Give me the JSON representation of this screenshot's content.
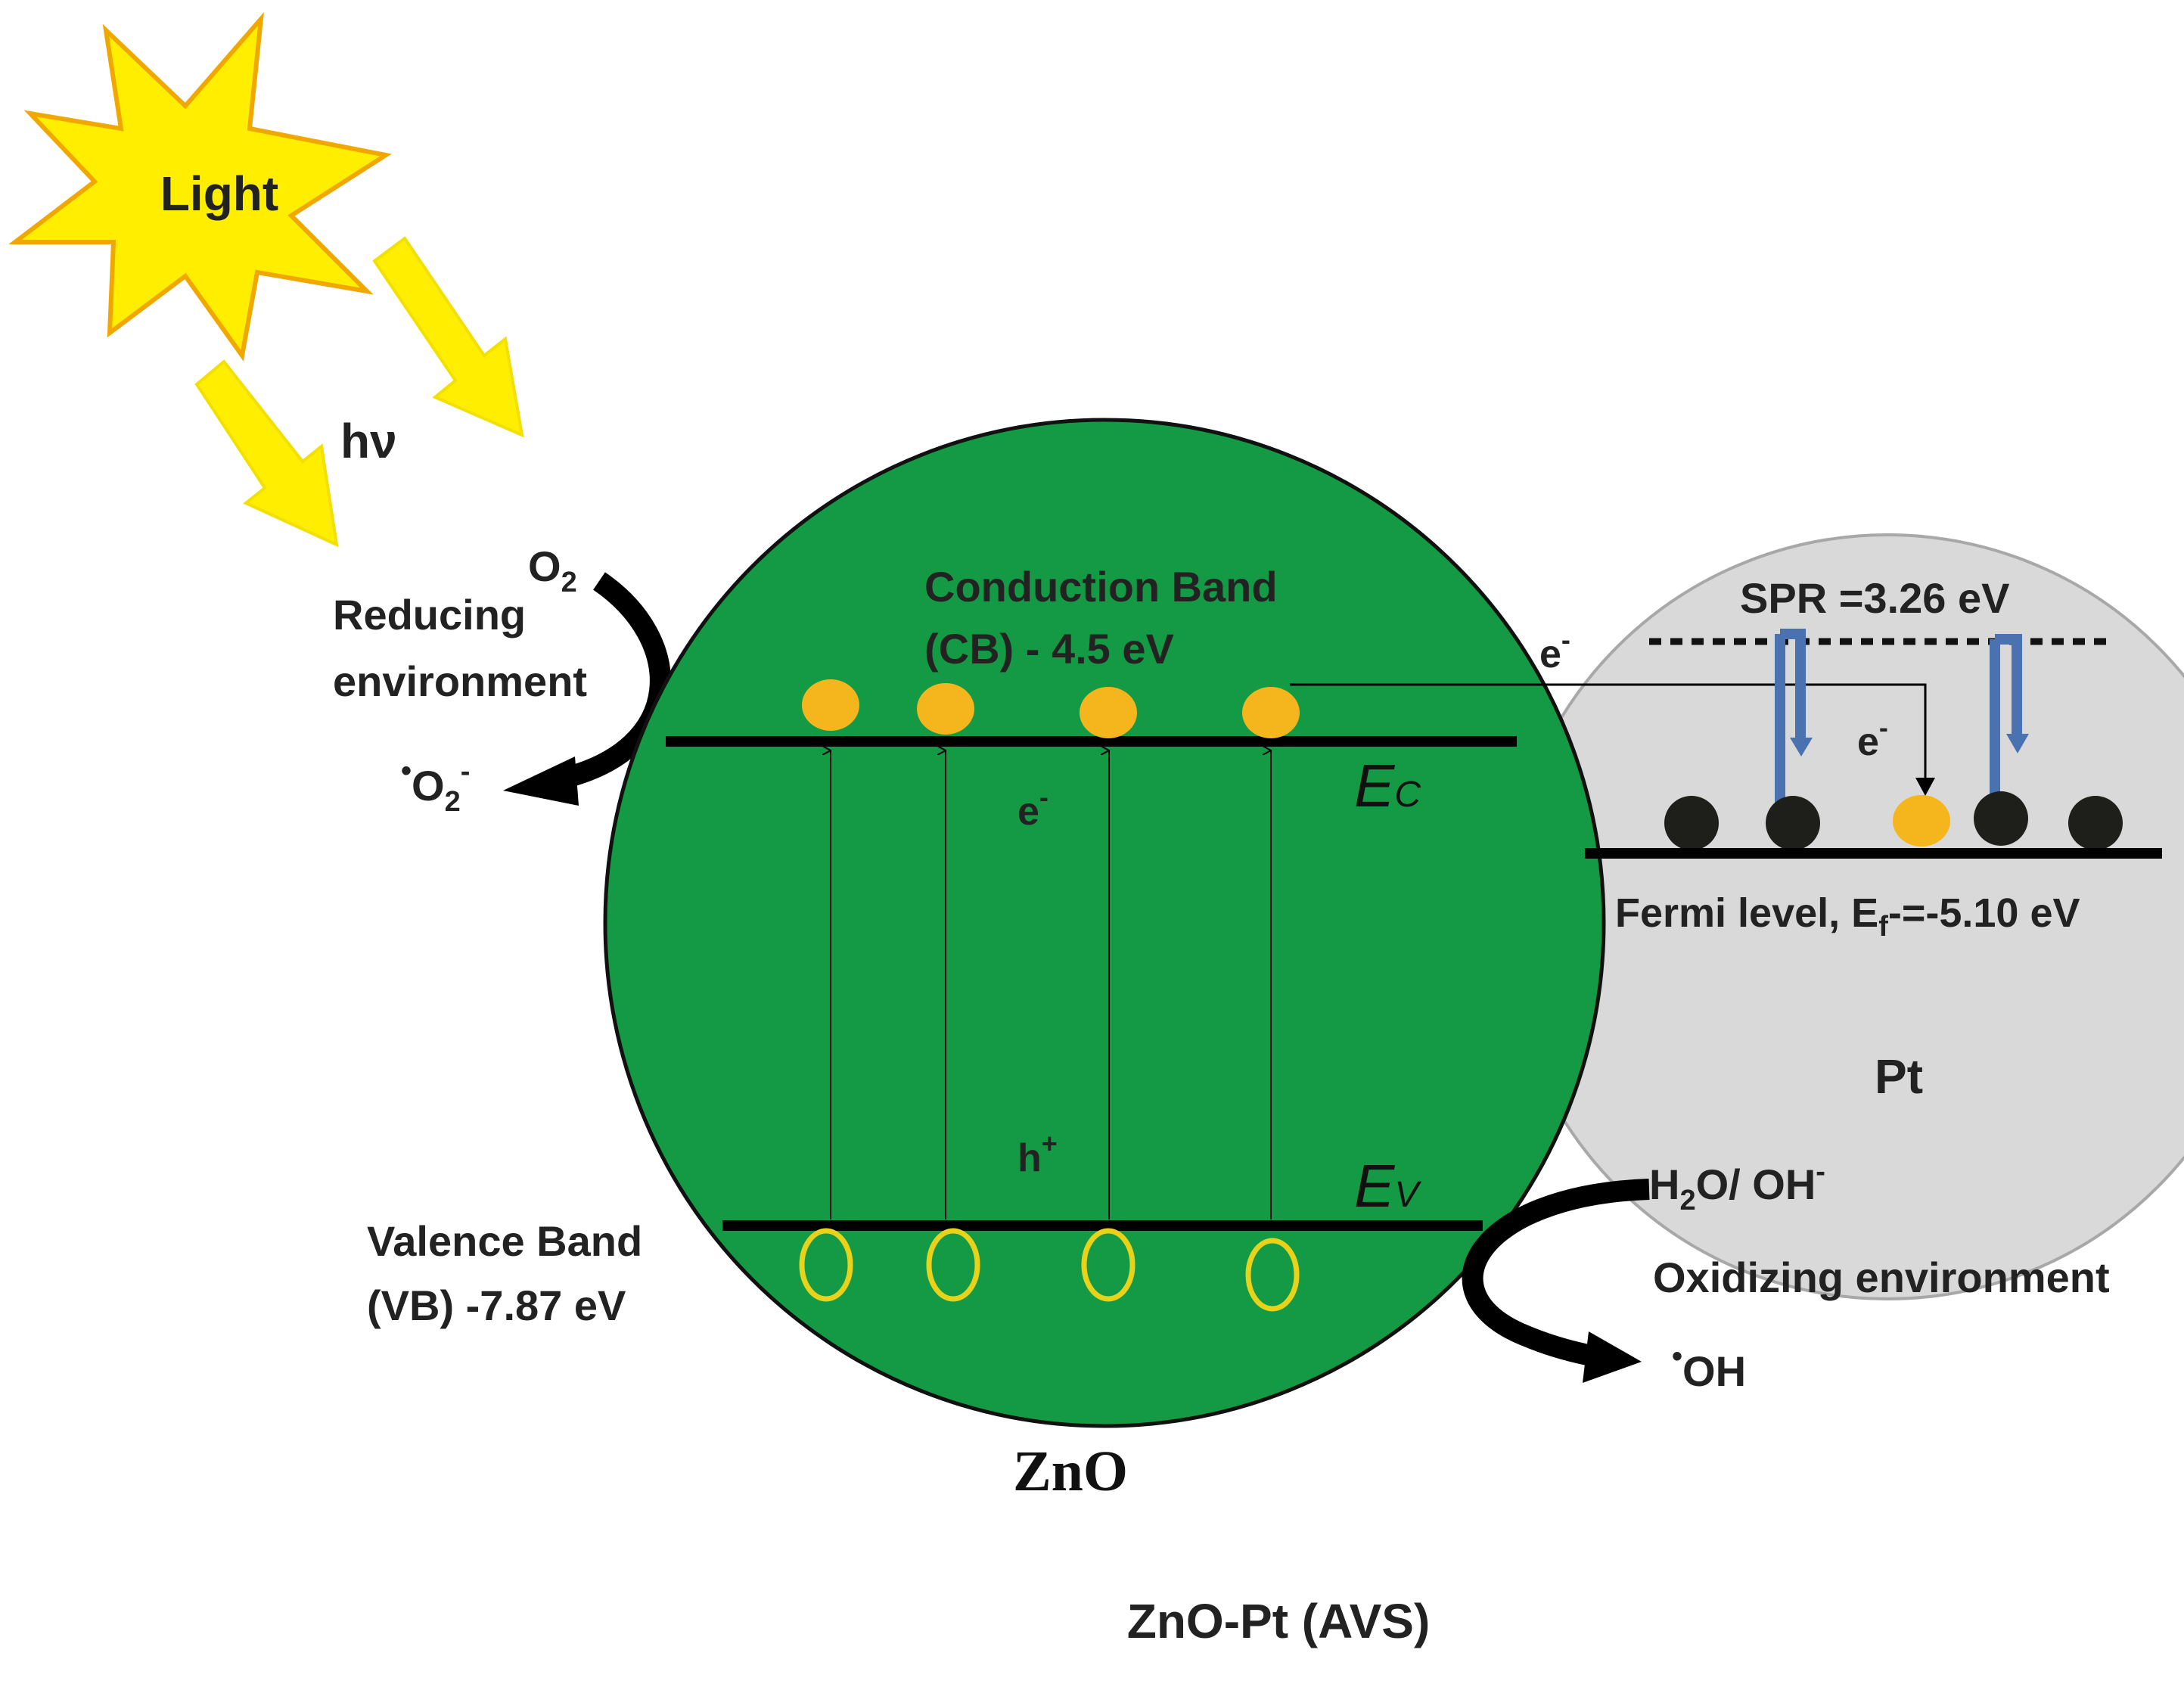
{
  "labels": {
    "light": "Light",
    "hv": "hν",
    "o2": "O",
    "o2_sub": "2",
    "reducing_1": "Reducing",
    "reducing_2": "environment",
    "superoxide_dot": "•",
    "superoxide": "O",
    "superoxide_sub": "2",
    "superoxide_sup": "-",
    "cb_1": "Conduction Band",
    "cb_2": "(CB) - 4.5 eV",
    "ec_main": "E",
    "ec_sub": "C",
    "ev_main": "E",
    "ev_sub": "V",
    "electron_mid": "e",
    "electron_mid_sup": "-",
    "hole": "h",
    "hole_sup": "+",
    "vb_1": "Valence Band",
    "vb_2": "(VB) -7.87 eV",
    "transfer_electron": "e",
    "transfer_electron_sup": "-",
    "pt_electron": "e",
    "pt_electron_sup": "-",
    "spr": "SPR =3.26 eV",
    "fermi_a": "Fermi level, E",
    "fermi_sub": "f",
    "fermi_b": "-=-5.10 eV",
    "pt": "Pt",
    "water_h": "H",
    "water_sub": "2",
    "water_rest": "O/ OH",
    "water_sup": "-",
    "oxidizing": "Oxidizing environment",
    "oh_dot": "•",
    "oh": "OH",
    "zno": "ZnO",
    "caption": "ZnO-Pt (AVS)"
  },
  "colors": {
    "zno_fill": "#149a45",
    "pt_fill": "#d9d9d9",
    "electron": "#f5b51c",
    "hole_ring": "#e8d21a",
    "sun_fill": "#ffee00",
    "light_arrow": "#ffee00",
    "spr_arrow": "#4a72b0",
    "pt_atom": "#1e1e1a"
  }
}
